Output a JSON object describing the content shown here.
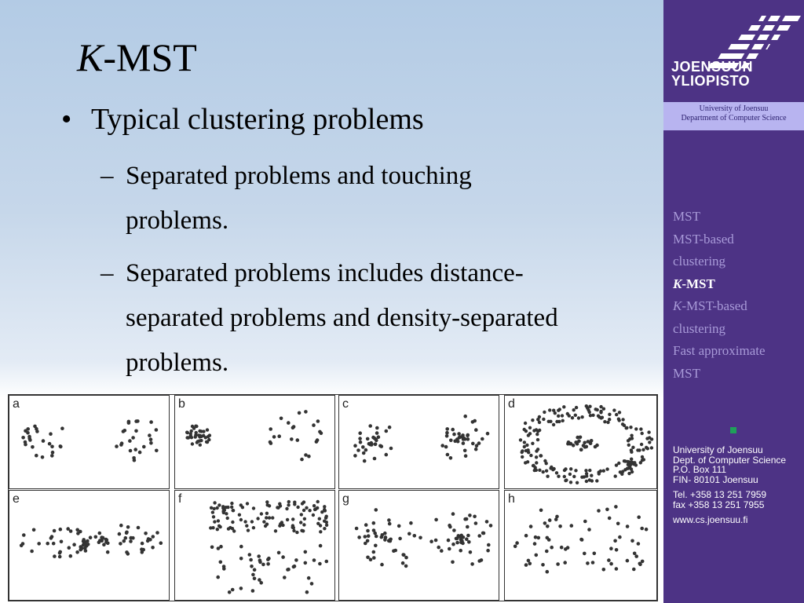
{
  "slide": {
    "title_k": "K",
    "title_rest": "-MST",
    "bullet": "Typical clustering problems",
    "sub1_line1": "Separated problems and touching",
    "sub1_line2": "problems.",
    "sub2_line1": "Separated problems includes distance-",
    "sub2_line2": "separated problems and density-separated",
    "sub2_line3": "problems."
  },
  "figure": {
    "panels": [
      "a",
      "b",
      "c",
      "d",
      "e",
      "f",
      "g",
      "h"
    ]
  },
  "sidebar": {
    "logo_line1": "JOENSUUN",
    "logo_line2": "YLIOPISTO",
    "uni_line1": "University of Joensuu",
    "uni_line2": "Department of Computer Science",
    "nav": [
      {
        "label": "MST"
      },
      {
        "label": "MST-based"
      },
      {
        "label": "clustering"
      },
      {
        "k": "K",
        "label": "-MST",
        "active": true
      },
      {
        "k": "K",
        "label": "-MST-based"
      },
      {
        "label": "clustering"
      },
      {
        "label": "Fast approximate"
      },
      {
        "label": "MST"
      }
    ],
    "contact": {
      "l1": "University of Joensuu",
      "l2": "Dept. of Computer Science",
      "l3": "P.O. Box 111",
      "l4": "FIN- 80101 Joensuu",
      "l5": "Tel. +358 13 251 7959",
      "l6": "fax  +358 13 251 7955",
      "l7": "www.cs.joensuu.fi"
    }
  },
  "colors": {
    "sidebar_bg": "#4d3385",
    "nav_text": "#a89ad8",
    "uni_box": "#b8b4f0",
    "accent_square": "#1fa05a"
  }
}
